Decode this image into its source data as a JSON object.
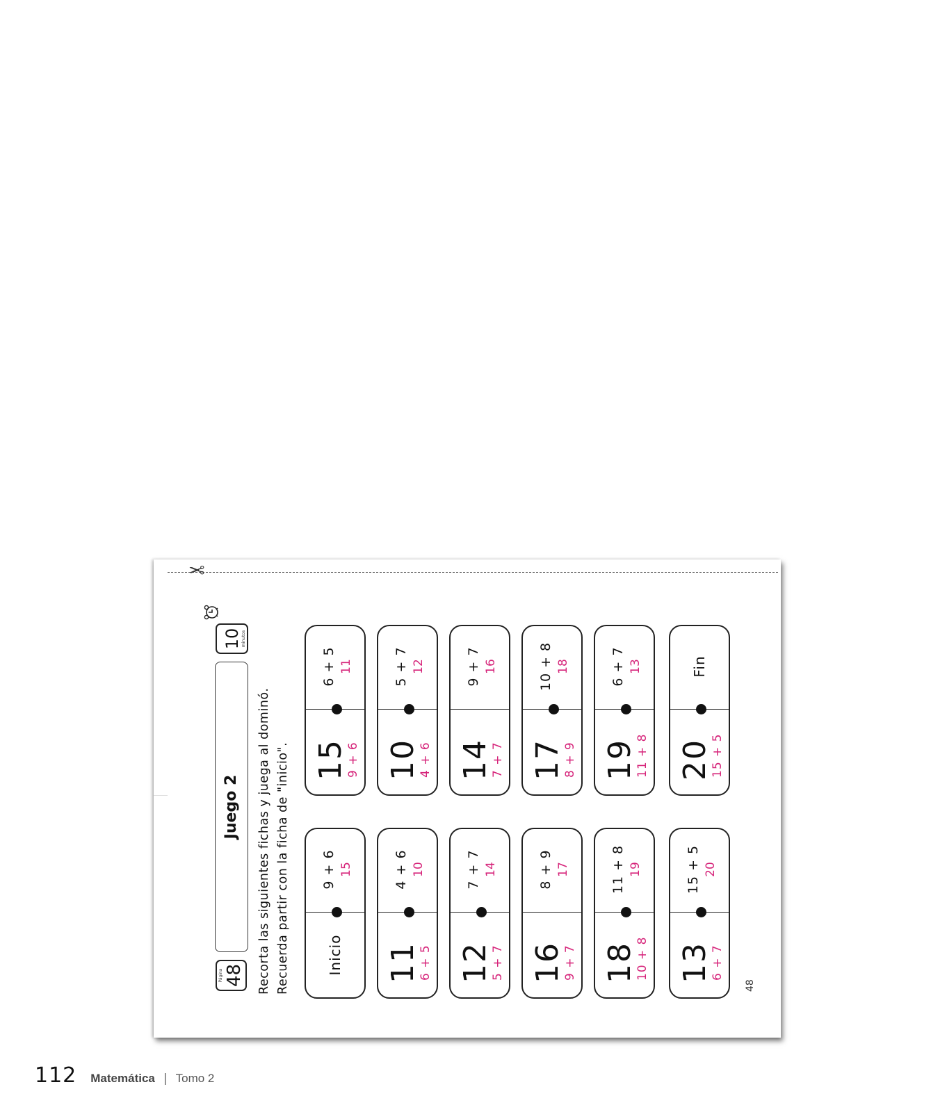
{
  "sheet": {
    "page_badge": {
      "label": "Página",
      "number": "48"
    },
    "title": "Juego 2",
    "time_badge": {
      "number": "10",
      "label": "minutos"
    },
    "instructions": [
      "Recorta las siguientes fichas y juega al dominó.",
      "Recuerda partir con la ficha de \"inicio\"."
    ],
    "page_corner": "48",
    "tiles": [
      {
        "left": {
          "word": "Inicio"
        },
        "right": {
          "expr": "9 + 6",
          "answer": "15"
        }
      },
      {
        "left": {
          "number": "15",
          "sub": "9 + 6"
        },
        "right": {
          "expr": "6 + 5",
          "answer": "11"
        }
      },
      {
        "left": {
          "number": "11",
          "sub": "6 + 5"
        },
        "right": {
          "expr": "4 + 6",
          "answer": "10"
        }
      },
      {
        "left": {
          "number": "10",
          "sub": "4 + 6"
        },
        "right": {
          "expr": "5 + 7",
          "answer": "12"
        }
      },
      {
        "left": {
          "number": "12",
          "sub": "5 + 7"
        },
        "right": {
          "expr": "7 + 7",
          "answer": "14"
        }
      },
      {
        "left": {
          "number": "14",
          "sub": "7 + 7"
        },
        "right": {
          "expr": "9 + 7",
          "answer": "16"
        }
      },
      {
        "left": {
          "number": "16",
          "sub": "9 + 7"
        },
        "right": {
          "expr": "8 + 9",
          "answer": "17"
        }
      },
      {
        "left": {
          "number": "17",
          "sub": "8 + 9"
        },
        "right": {
          "expr": "10 + 8",
          "answer": "18"
        }
      },
      {
        "left": {
          "number": "18",
          "sub": "10 + 8"
        },
        "right": {
          "expr": "11 + 8",
          "answer": "19"
        }
      },
      {
        "left": {
          "number": "19",
          "sub": "11 + 8"
        },
        "right": {
          "expr": "6 + 7",
          "answer": "13"
        }
      },
      {
        "left": {
          "number": "13",
          "sub": "6 + 7"
        },
        "right": {
          "expr": "15 + 5",
          "answer": "20"
        }
      },
      {
        "left": {
          "number": "20",
          "sub": "15 + 5"
        },
        "right": {
          "word": "Fin"
        }
      }
    ]
  },
  "footer": {
    "page_number": "112",
    "subject": "Matemática",
    "separator": "|",
    "volume": "Tomo 2"
  },
  "colors": {
    "accent": "#d6247a",
    "ink": "#111111"
  },
  "icons": {
    "scissors": "scissors-icon",
    "clock": "alarm-clock-icon"
  }
}
